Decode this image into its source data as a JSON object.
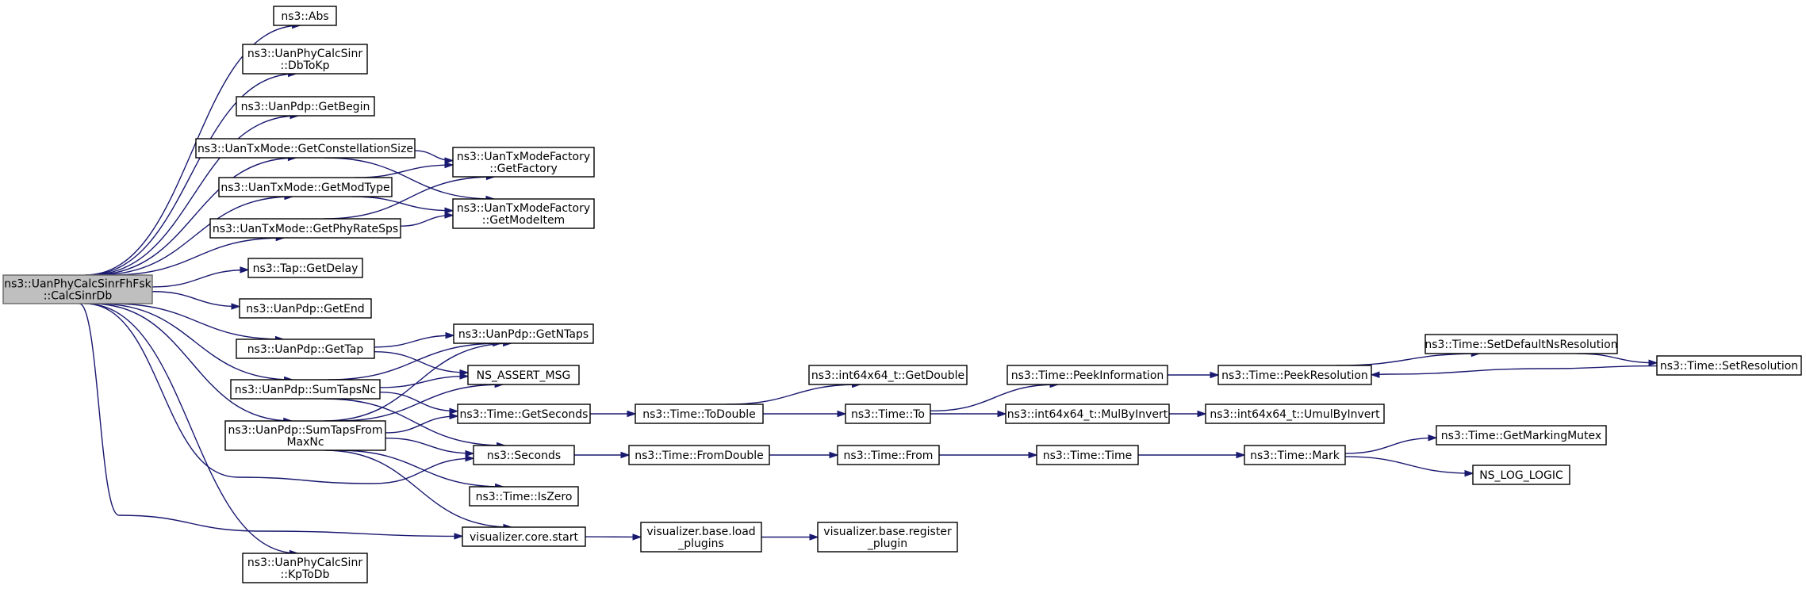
{
  "graph": {
    "edge_color": "#191970",
    "root_fill": "#bfbfbf",
    "nodes": [
      {
        "id": "calc",
        "lines": [
          "ns3::UanPhyCalcSinrFhFsk",
          "::CalcSinrDb"
        ],
        "root": true
      },
      {
        "id": "abs",
        "lines": [
          "ns3::Abs"
        ]
      },
      {
        "id": "dbtokp",
        "lines": [
          "ns3::UanPhyCalcSinr",
          "::DbToKp"
        ]
      },
      {
        "id": "getbegin",
        "lines": [
          "ns3::UanPdp::GetBegin"
        ]
      },
      {
        "id": "getconst",
        "lines": [
          "ns3::UanTxMode::GetConstellationSize"
        ]
      },
      {
        "id": "getmodtype",
        "lines": [
          "ns3::UanTxMode::GetModType"
        ]
      },
      {
        "id": "getphyrate",
        "lines": [
          "ns3::UanTxMode::GetPhyRateSps"
        ]
      },
      {
        "id": "getfactory",
        "lines": [
          "ns3::UanTxModeFactory",
          "::GetFactory"
        ]
      },
      {
        "id": "getmodeitem",
        "lines": [
          "ns3::UanTxModeFactory",
          "::GetModeItem"
        ]
      },
      {
        "id": "getdelay",
        "lines": [
          "ns3::Tap::GetDelay"
        ]
      },
      {
        "id": "getend",
        "lines": [
          "ns3::UanPdp::GetEnd"
        ]
      },
      {
        "id": "gettap",
        "lines": [
          "ns3::UanPdp::GetTap"
        ]
      },
      {
        "id": "getntaps",
        "lines": [
          "ns3::UanPdp::GetNTaps"
        ]
      },
      {
        "id": "sumtapsnc",
        "lines": [
          "ns3::UanPdp::SumTapsNc"
        ]
      },
      {
        "id": "nsassert",
        "lines": [
          "NS_ASSERT_MSG"
        ]
      },
      {
        "id": "sumtapsfrom",
        "lines": [
          "ns3::UanPdp::SumTapsFrom",
          "MaxNc"
        ]
      },
      {
        "id": "getseconds",
        "lines": [
          "ns3::Time::GetSeconds"
        ]
      },
      {
        "id": "seconds",
        "lines": [
          "ns3::Seconds"
        ]
      },
      {
        "id": "iszero",
        "lines": [
          "ns3::Time::IsZero"
        ]
      },
      {
        "id": "vcstart",
        "lines": [
          "visualizer.core.start"
        ]
      },
      {
        "id": "kptodb",
        "lines": [
          "ns3::UanPhyCalcSinr",
          "::KpToDb"
        ]
      },
      {
        "id": "todouble",
        "lines": [
          "ns3::Time::ToDouble"
        ]
      },
      {
        "id": "fromdouble",
        "lines": [
          "ns3::Time::FromDouble"
        ]
      },
      {
        "id": "loadplugins",
        "lines": [
          "visualizer.base.load",
          "_plugins"
        ]
      },
      {
        "id": "int64getdouble",
        "lines": [
          "ns3::int64x64_t::GetDouble"
        ]
      },
      {
        "id": "timeto",
        "lines": [
          "ns3::Time::To"
        ]
      },
      {
        "id": "timefrom",
        "lines": [
          "ns3::Time::From"
        ]
      },
      {
        "id": "registerplugin",
        "lines": [
          "visualizer.base.register",
          "_plugin"
        ]
      },
      {
        "id": "peekinfo",
        "lines": [
          "ns3::Time::PeekInformation"
        ]
      },
      {
        "id": "mulbyinvert",
        "lines": [
          "ns3::int64x64_t::MulByInvert"
        ]
      },
      {
        "id": "timetime",
        "lines": [
          "ns3::Time::Time"
        ]
      },
      {
        "id": "umulbyinvert",
        "lines": [
          "ns3::int64x64_t::UmulByInvert"
        ]
      },
      {
        "id": "peekres",
        "lines": [
          "ns3::Time::PeekResolution"
        ]
      },
      {
        "id": "mark",
        "lines": [
          "ns3::Time::Mark"
        ]
      },
      {
        "id": "setdefaultns",
        "lines": [
          "ns3::Time::SetDefaultNsResolution"
        ]
      },
      {
        "id": "getmarkingmutex",
        "lines": [
          "ns3::Time::GetMarkingMutex"
        ]
      },
      {
        "id": "nsloglogic",
        "lines": [
          "NS_LOG_LOGIC"
        ]
      },
      {
        "id": "setres",
        "lines": [
          "ns3::Time::SetResolution"
        ]
      }
    ],
    "edges": [
      [
        "calc",
        "abs"
      ],
      [
        "calc",
        "dbtokp"
      ],
      [
        "calc",
        "getbegin"
      ],
      [
        "calc",
        "getconst"
      ],
      [
        "calc",
        "getmodtype"
      ],
      [
        "calc",
        "getphyrate"
      ],
      [
        "calc",
        "getdelay"
      ],
      [
        "calc",
        "getend"
      ],
      [
        "calc",
        "gettap"
      ],
      [
        "calc",
        "sumtapsnc"
      ],
      [
        "calc",
        "sumtapsfrom"
      ],
      [
        "calc",
        "seconds"
      ],
      [
        "calc",
        "vcstart"
      ],
      [
        "calc",
        "kptodb"
      ],
      [
        "getconst",
        "getfactory"
      ],
      [
        "getconst",
        "getmodeitem"
      ],
      [
        "getmodtype",
        "getfactory"
      ],
      [
        "getmodtype",
        "getmodeitem"
      ],
      [
        "getphyrate",
        "getfactory"
      ],
      [
        "getphyrate",
        "getmodeitem"
      ],
      [
        "gettap",
        "getntaps"
      ],
      [
        "gettap",
        "nsassert"
      ],
      [
        "sumtapsnc",
        "getntaps"
      ],
      [
        "sumtapsnc",
        "nsassert"
      ],
      [
        "sumtapsnc",
        "getseconds"
      ],
      [
        "sumtapsnc",
        "seconds"
      ],
      [
        "sumtapsfrom",
        "getntaps"
      ],
      [
        "sumtapsfrom",
        "nsassert"
      ],
      [
        "sumtapsfrom",
        "getseconds"
      ],
      [
        "sumtapsfrom",
        "seconds"
      ],
      [
        "sumtapsfrom",
        "iszero"
      ],
      [
        "sumtapsfrom",
        "vcstart"
      ],
      [
        "getseconds",
        "todouble"
      ],
      [
        "seconds",
        "fromdouble"
      ],
      [
        "vcstart",
        "loadplugins"
      ],
      [
        "todouble",
        "int64getdouble"
      ],
      [
        "todouble",
        "timeto"
      ],
      [
        "fromdouble",
        "timefrom"
      ],
      [
        "loadplugins",
        "registerplugin"
      ],
      [
        "timeto",
        "peekinfo"
      ],
      [
        "timeto",
        "mulbyinvert"
      ],
      [
        "timefrom",
        "timetime"
      ],
      [
        "peekinfo",
        "peekres"
      ],
      [
        "mulbyinvert",
        "umulbyinvert"
      ],
      [
        "timetime",
        "mark"
      ],
      [
        "peekres",
        "setdefaultns"
      ],
      [
        "setdefaultns",
        "setres"
      ],
      [
        "setres",
        "peekres"
      ],
      [
        "mark",
        "getmarkingmutex"
      ],
      [
        "mark",
        "nsloglogic"
      ]
    ]
  }
}
